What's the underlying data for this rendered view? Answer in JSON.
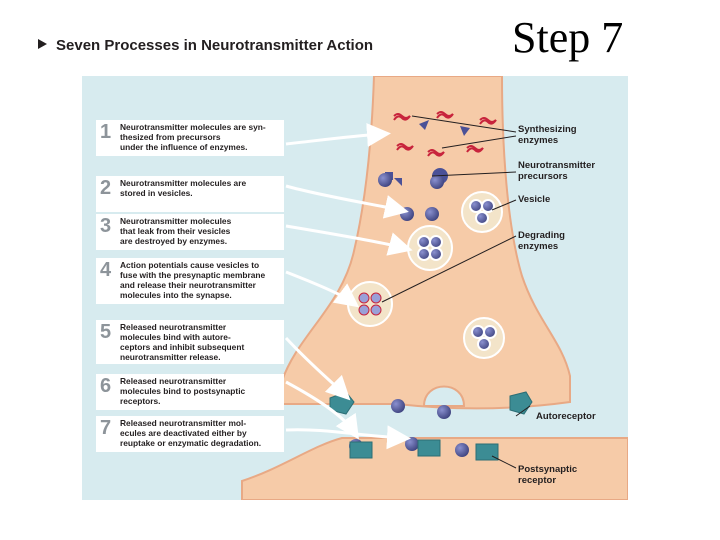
{
  "header": {
    "title": "Seven Processes in Neurotransmitter Action",
    "step": "Step 7"
  },
  "steps": [
    {
      "number": "1",
      "text": "Neurotransmitter molecules are syn-\nthesized from precursors\nunder the influence of enzymes."
    },
    {
      "number": "2",
      "text": "Neurotransmitter molecules are\nstored in vesicles."
    },
    {
      "number": "3",
      "text": "Neurotransmitter molecules\nthat leak from their vesicles\nare destroyed by enzymes."
    },
    {
      "number": "4",
      "text": "Action potentials cause vesicles to\nfuse with the presynaptic membrane\nand release their neurotransmitter\nmolecules into the synapse."
    },
    {
      "number": "5",
      "text": "Released neurotransmitter\nmolecules bind with autore-\nceptors and inhibit subsequent\nneurotransmitter release."
    },
    {
      "number": "6",
      "text": "Released neurotransmitter\nmolecules bind to postsynaptic\nreceptors."
    },
    {
      "number": "7",
      "text": "Released neurotransmitter mol-\necules are deactivated either by\nreuptake or enzymatic degradation."
    }
  ],
  "callouts": {
    "synthesizing_enzymes": "Synthesizing\nenzymes",
    "precursors": "Neurotransmitter\nprecursors",
    "vesicle": "Vesicle",
    "degrading_enzymes": "Degrading\nenzymes",
    "autoreceptor": "Autoreceptor",
    "postsynaptic_receptor": "Postsynaptic\nreceptor"
  },
  "colors": {
    "background": "#d7ebef",
    "neuron": "#f6cba8",
    "neuron_edge": "#e8a985",
    "molecule": "#4b5197",
    "enzyme": "#c8243c",
    "receptor": "#3c8c94",
    "step_number": "#8d949a"
  }
}
